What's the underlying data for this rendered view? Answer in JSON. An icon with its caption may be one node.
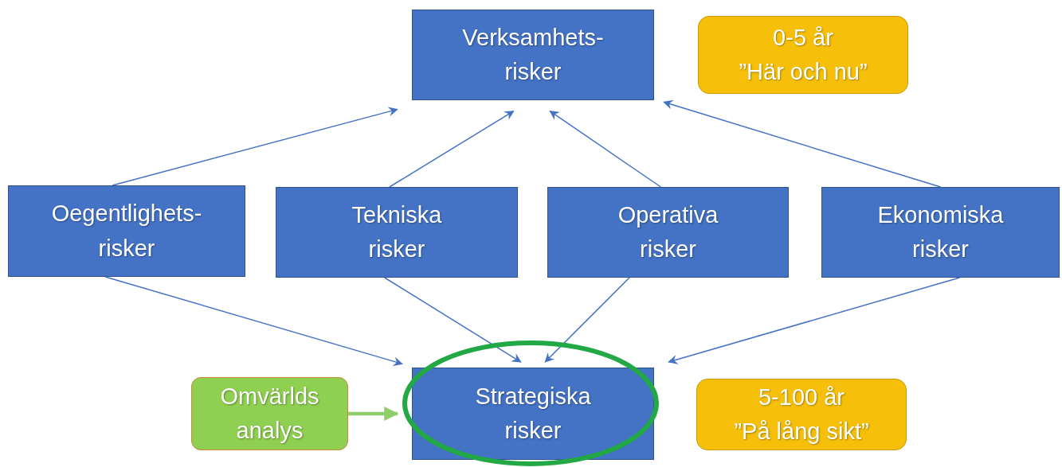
{
  "diagram": {
    "nodes": [
      {
        "text": [
          "Verksamhets- risker"
        ]
      },
      {
        "text": [
          "0-5 år",
          "”Här och nu”"
        ]
      },
      {
        "text": [
          "Oegentlighets- risker"
        ]
      },
      {
        "text": [
          "Tekniska risker"
        ]
      },
      {
        "text": [
          "Operativa risker"
        ]
      },
      {
        "text": [
          "Ekonomiska risker"
        ]
      },
      {
        "text": [
          "Omvärlds analys"
        ]
      },
      {
        "text": [
          "Strategiska risker"
        ]
      },
      {
        "text": [
          "5-100 år",
          "”På lång sikt”"
        ]
      }
    ],
    "edges": [
      {
        "from": 2,
        "to": 0,
        "arrow": "to"
      },
      {
        "from": 3,
        "to": 0,
        "arrow": "to"
      },
      {
        "from": 4,
        "to": 0,
        "arrow": "to"
      },
      {
        "from": 5,
        "to": 0,
        "arrow": "to"
      },
      {
        "from": 2,
        "to": 7,
        "arrow": "to"
      },
      {
        "from": 3,
        "to": 7,
        "arrow": "to"
      },
      {
        "from": 4,
        "to": 7,
        "arrow": "to"
      },
      {
        "from": 5,
        "to": 7,
        "arrow": "to"
      },
      {
        "from": 6,
        "to": 7,
        "arrow": "to",
        "style": "thick",
        "color": "#8fce6a"
      }
    ]
  }
}
